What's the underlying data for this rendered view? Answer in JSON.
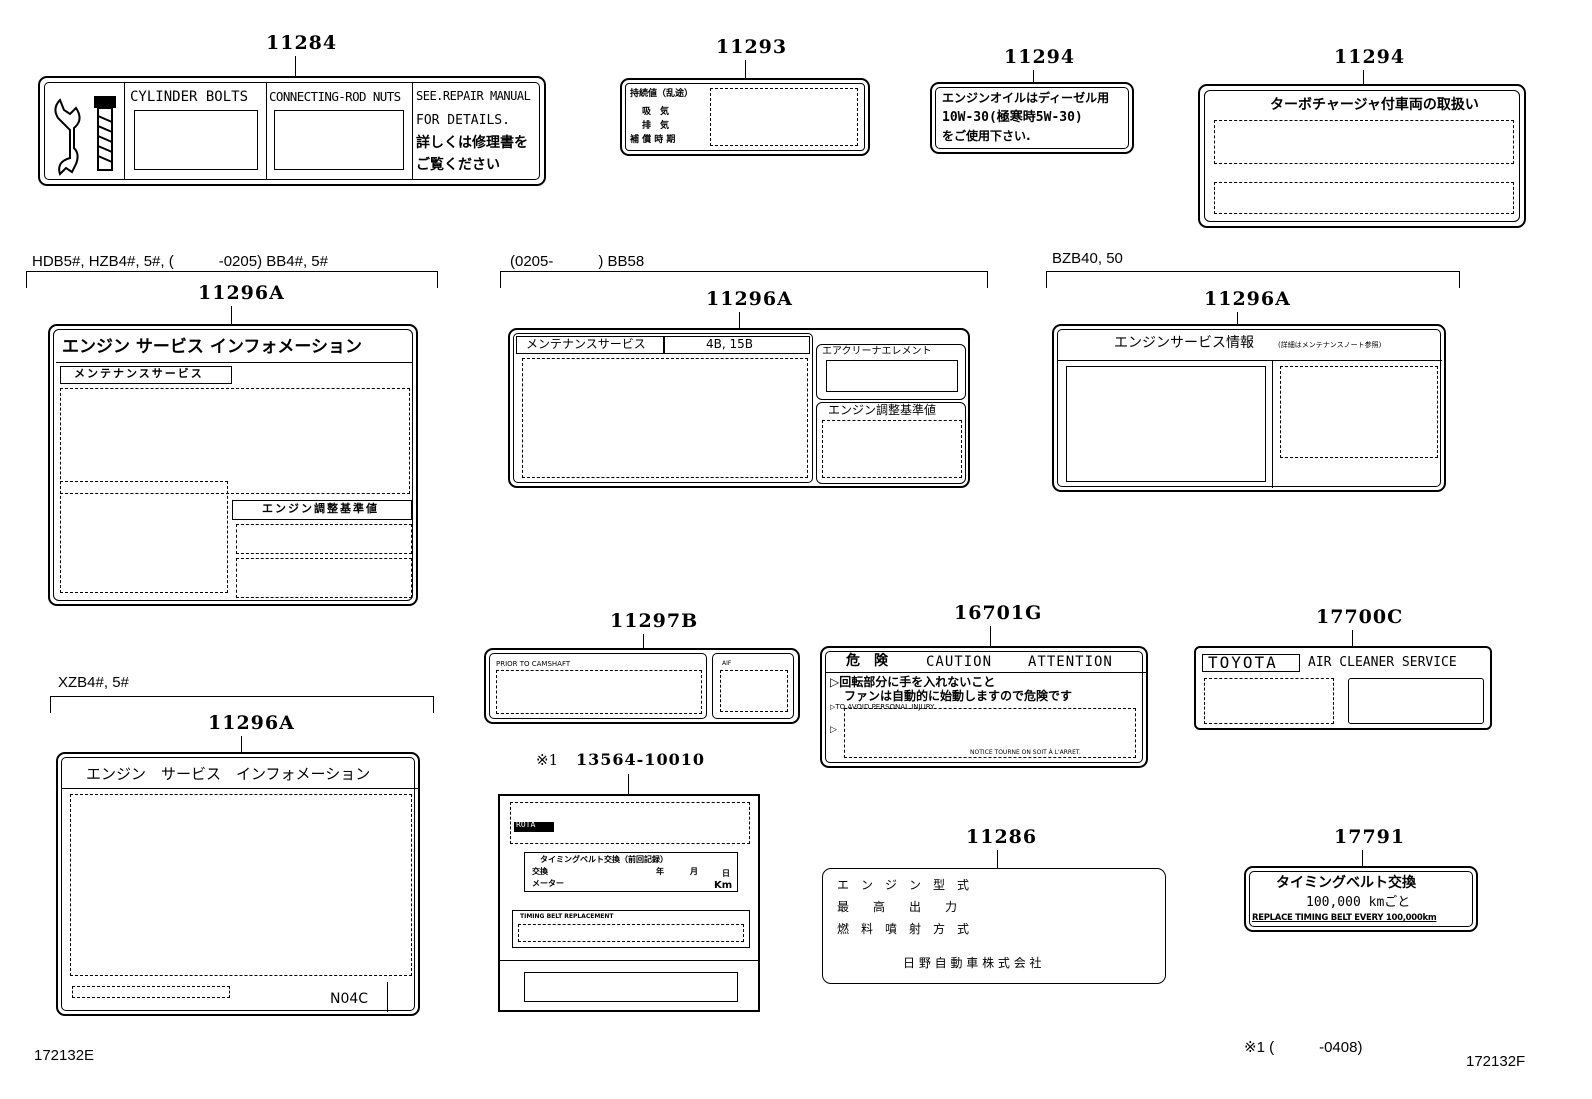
{
  "labels": {
    "l11284": {
      "part": "11284",
      "cyl": "CYLINDER BOLTS",
      "rod": "CONNECTING-ROD NUTS",
      "note1": "SEE.REPAIR MANUAL",
      "note2": "FOR DETAILS.",
      "note3": "詳しくは修理書を",
      "note4": "ご覧ください"
    },
    "l11293": {
      "part": "11293",
      "r1": "持続値（乱途）",
      "r2": "吸　気",
      "r3": "排　気",
      "r4": "補 償 時 期"
    },
    "l11294a": {
      "part": "11294",
      "line1": "エンジンオイルはディーゼル用",
      "line2": "10W-30(極寒時5W-30)",
      "line3": "をご使用下さい."
    },
    "l11294b": {
      "part": "11294",
      "title": "ターボチャージャ付車両の取扱い"
    },
    "g1": {
      "applic": "HDB5#, HZB4#, 5#, (　　　-0205) BB4#, 5#",
      "part": "11296A",
      "title": "エンジン サービス インフォメーション",
      "maint": "メンテナンスサービス",
      "adjust": "エンジン調整基準値"
    },
    "g2": {
      "applic": "(0205-　　　) BB58",
      "part": "11296A",
      "maint": "メンテナンスサービス",
      "engine": "4B, 15B",
      "air": "エアクリーナエレメント",
      "adjust": "エンジン調整基準値"
    },
    "g3": {
      "applic": "BZB40, 50",
      "part": "11296A",
      "title": "エンジンサービス情報",
      "small": "(詳細はメンテナンスノート参照)"
    },
    "g4": {
      "applic": "XZB4#, 5#",
      "part": "11296A",
      "title": "エンジン　サービス　インフォメーション",
      "code": "N04C"
    },
    "l11297b": {
      "part": "11297B",
      "prior": "PRIOR TO CAMSHAFT",
      "small": "AIF"
    },
    "l16701g": {
      "part": "16701G",
      "danger": "危　険",
      "caution": "CAUTION",
      "attention": "ATTENTION",
      "line1": "▷回転部分に手を入れないこと",
      "line2": "ファンは自動的に始動しますので危険です",
      "line3": "▷TO AVOID PERSONAL INJURY",
      "line4": "▷",
      "line5": "NOTICE TOURNE ON SOIT À L'ARRET."
    },
    "l17700c": {
      "part": "17700C",
      "brand": "TOYOTA",
      "text": "AIR CLEANER SERVICE"
    },
    "l13564": {
      "prefix": "※1",
      "part": "13564-10010",
      "tag": "ROTA",
      "tb_title": "タイミングベルト交換（前回記録）",
      "tb_row1": "交換",
      "tb_year": "年",
      "tb_month": "月",
      "tb_day": "日",
      "tb_row2": "メーター",
      "tb_km": "Km",
      "tb_eng": "TIMING BELT REPLACEMENT"
    },
    "l11286": {
      "part": "11286",
      "r1": "エ　ン　ジ　ン　型　式",
      "r2": "最　　高　　出　　力",
      "r3": "燃　料　噴　射　方　式",
      "maker": "日 野 自 動 車 株 式 会 社"
    },
    "l17791": {
      "part": "17791",
      "line1": "タイミングベルト交換",
      "line2": "100,000 kmごと",
      "line3": "REPLACE TIMING BELT EVERY 100,000km"
    }
  },
  "footer": {
    "left_code": "172132E",
    "note": "※1 (　　　-0408)",
    "right_code": "172132F"
  }
}
